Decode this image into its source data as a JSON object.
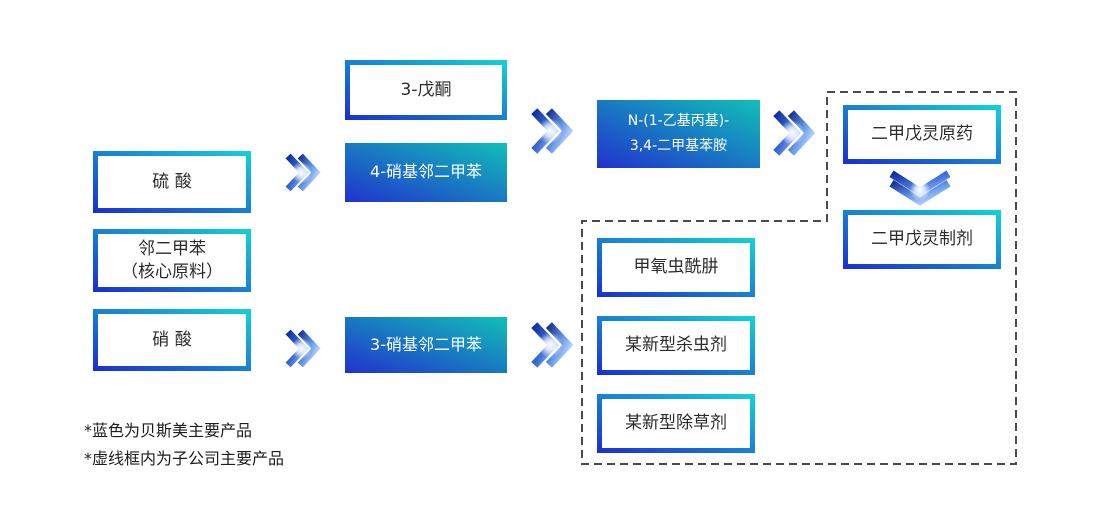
{
  "diagram": {
    "title": "product-flow-diagram",
    "nodes": {
      "sulfuric_acid": "硫 酸",
      "o_xylene": "邻二甲苯",
      "o_xylene_note": "（核心原料）",
      "nitric_acid": "硝 酸",
      "pentanone_3": "3-戊酮",
      "nitro_4_oxylene": "4-硝基邻二甲苯",
      "nitro_3_oxylene": "3-硝基邻二甲苯",
      "amine_line1": "N-(1-乙基丙基)-",
      "amine_line2": "3,4-二甲基苯胺",
      "pendimethalin_technical": "二甲戊灵原药",
      "pendimethalin_formulation": "二甲戊灵制剂",
      "methoxyfenozide": "甲氧虫酰肼",
      "new_insecticide": "某新型杀虫剂",
      "new_herbicide": "某新型除草剂"
    },
    "footnotes": [
      "*蓝色为贝斯美主要产品",
      "*虚线框内为子公司主要产品"
    ],
    "colors": {
      "border_gradient_start": "#1b2ed1",
      "border_gradient_end": "#12d4d6",
      "fill_gradient_start": "#2132cd",
      "fill_gradient_end": "#10c0b8",
      "arrow_dark_blue": "#0b2da0",
      "arrow_light_blue": "#b8d6ff",
      "dashed_border": "#4a4a4a",
      "text": "#2b2b2b",
      "background": "#ffffff"
    }
  }
}
